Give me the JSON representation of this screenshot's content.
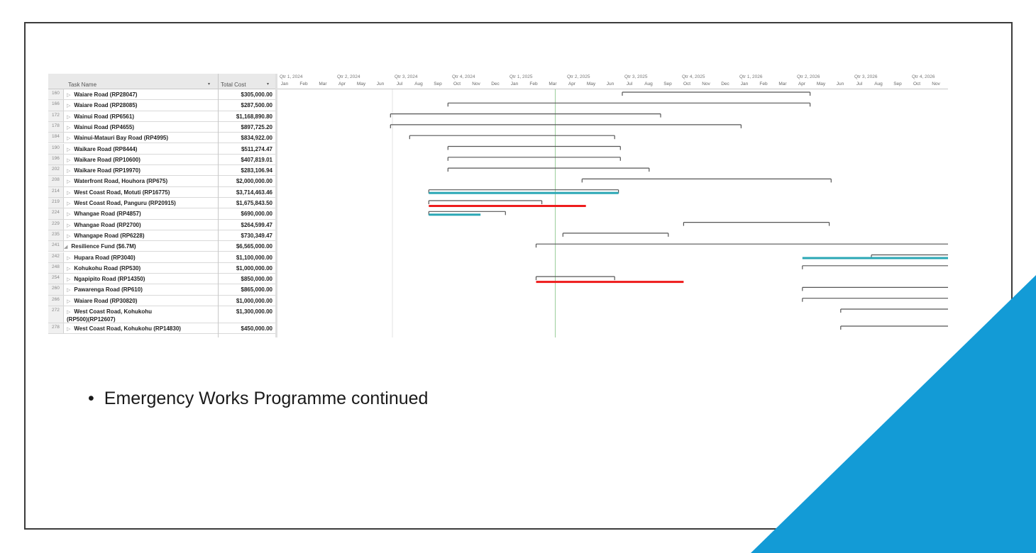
{
  "slide": {
    "bullet_text": "Emergency Works Programme continued",
    "accent_color": "#139bd6"
  },
  "gantt": {
    "columns": {
      "task_name": "Task Name",
      "total_cost": "Total Cost"
    },
    "quarters": [
      "Qtr 1, 2024",
      "Qtr 2, 2024",
      "Qtr 3, 2024",
      "Qtr 4, 2024",
      "Qtr 1, 2025",
      "Qtr 2, 2025",
      "Qtr 3, 2025",
      "Qtr 4, 2025",
      "Qtr 1, 2026",
      "Qtr 2, 2026",
      "Qtr 3, 2026",
      "Qtr 4, 2026"
    ],
    "months": [
      "Jan",
      "Feb",
      "Mar",
      "Apr",
      "May",
      "Jun",
      "Jul",
      "Aug",
      "Sep",
      "Oct",
      "Nov",
      "Dec",
      "Jan",
      "Feb",
      "Mar",
      "Apr",
      "May",
      "Jun",
      "Jul",
      "Aug",
      "Sep",
      "Oct",
      "Nov",
      "Dec",
      "Jan",
      "Feb",
      "Mar",
      "Apr",
      "May",
      "Jun",
      "Jul",
      "Aug",
      "Sep",
      "Oct",
      "Nov"
    ],
    "timeline_start": "2024-01",
    "today_marker": "2025-03",
    "bar_colors": {
      "summary": "#555555",
      "progress": "#2aa7b5",
      "critical": "#ee1c1c"
    },
    "rows": [
      {
        "id": "160",
        "name": "Waiare Road (RP28047)",
        "cost": "$305,000.00",
        "summary": [
          18.0,
          27.8
        ]
      },
      {
        "id": "166",
        "name": "Waiare Road (RP28085)",
        "cost": "$287,500.00",
        "summary": [
          8.9,
          27.8
        ]
      },
      {
        "id": "172",
        "name": "Wainui Road (RP6561)",
        "cost": "$1,168,890.80",
        "summary": [
          5.9,
          20.0
        ]
      },
      {
        "id": "178",
        "name": "Wainui Road (RP4655)",
        "cost": "$897,725.20",
        "summary": [
          5.9,
          24.2
        ]
      },
      {
        "id": "184",
        "name": "Wainui-Matauri Bay Road (RP4995)",
        "cost": "$834,922.00",
        "summary": [
          6.9,
          17.6
        ]
      },
      {
        "id": "190",
        "name": "Waikare Road (RP8444)",
        "cost": "$511,274.47",
        "summary": [
          8.9,
          17.9
        ]
      },
      {
        "id": "196",
        "name": "Waikare Road (RP10600)",
        "cost": "$407,819.01",
        "summary": [
          8.9,
          17.9
        ]
      },
      {
        "id": "202",
        "name": "Waikare Road (RP19970)",
        "cost": "$283,106.94",
        "summary": [
          8.9,
          19.4
        ]
      },
      {
        "id": "208",
        "name": "Waterfront Road, Houhora (RP675)",
        "cost": "$2,000,000.00",
        "summary": [
          15.9,
          28.9
        ]
      },
      {
        "id": "214",
        "name": "West Coast Road, Motuti (RP16775)",
        "cost": "$3,714,463.46",
        "summary": [
          7.9,
          17.8
        ],
        "progress": [
          7.9,
          17.8
        ]
      },
      {
        "id": "219",
        "name": "West Coast Road, Panguru (RP20915)",
        "cost": "$1,675,843.50",
        "summary": [
          7.9,
          13.8
        ],
        "critical": [
          7.9,
          16.1
        ]
      },
      {
        "id": "224",
        "name": "Whangae Road (RP4857)",
        "cost": "$690,000.00",
        "summary": [
          7.9,
          11.9
        ],
        "progress": [
          7.9,
          10.6
        ]
      },
      {
        "id": "229",
        "name": "Whangae Road (RP2700)",
        "cost": "$264,599.47",
        "summary": [
          21.2,
          28.8
        ]
      },
      {
        "id": "235",
        "name": "Whangape Road (RP6228)",
        "cost": "$730,349.47",
        "summary": [
          14.9,
          20.4
        ]
      },
      {
        "id": "241",
        "name": "Resilience Fund ($6.7M)",
        "cost": "$6,565,000.00",
        "summary": [
          13.5,
          35.0
        ],
        "parent": true
      },
      {
        "id": "242",
        "name": "Hupara Road (RP3040)",
        "cost": "$1,100,000.00",
        "summary": [
          31.0,
          35.0
        ],
        "progress": [
          27.4,
          35.0
        ]
      },
      {
        "id": "248",
        "name": "Kohukohu Road (RP530)",
        "cost": "$1,000,000.00",
        "summary": [
          27.4,
          35.0
        ]
      },
      {
        "id": "254",
        "name": "Ngapipito Road (RP14350)",
        "cost": "$850,000.00",
        "summary": [
          13.5,
          17.6
        ],
        "critical": [
          13.5,
          21.2
        ]
      },
      {
        "id": "260",
        "name": "Pawarenga Road (RP610)",
        "cost": "$865,000.00",
        "summary": [
          27.4,
          35.0
        ]
      },
      {
        "id": "266",
        "name": "Waiare Road (RP30820)",
        "cost": "$1,000,000.00",
        "summary": [
          27.4,
          35.0
        ]
      },
      {
        "id": "272",
        "name": "West Coast Road, Kohukohu (RP500)(RP12607)",
        "name_line1": "West Coast Road, Kohukohu",
        "name_line2": "(RP500)(RP12607)",
        "cost": "$1,300,000.00",
        "summary": [
          29.4,
          35.0
        ]
      },
      {
        "id": "278",
        "name": "West Coast Road, Kohukohu (RP14830)",
        "cost": "$450,000.00",
        "summary": [
          29.4,
          35.0
        ]
      }
    ]
  }
}
